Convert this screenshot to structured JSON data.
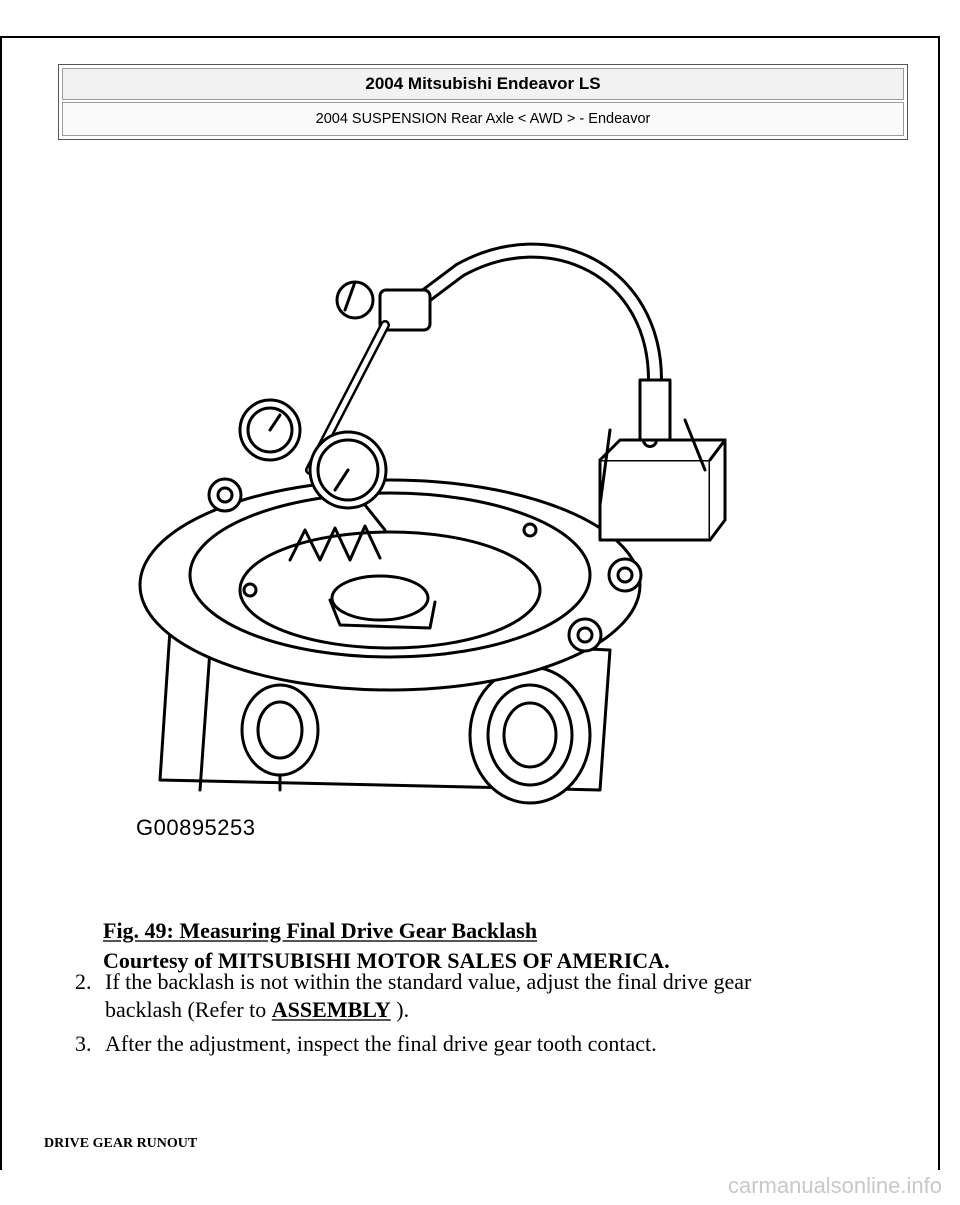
{
  "header": {
    "title": "2004 Mitsubishi Endeavor LS",
    "subtitle": "2004 SUSPENSION Rear Axle < AWD > - Endeavor"
  },
  "figure": {
    "image_id_label": "G00895253",
    "caption_title": "Fig. 49: Measuring Final Drive Gear Backlash",
    "caption_credit": "Courtesy of MITSUBISHI MOTOR SALES OF AMERICA."
  },
  "steps": [
    {
      "number": "2.",
      "line1": "If the backlash is not within the standard value, adjust the final drive gear",
      "line2_prefix": "backlash (Refer to ",
      "link": "ASSEMBLY",
      "line2_suffix": " )."
    },
    {
      "number": "3.",
      "line1": "After the adjustment, inspect the final drive gear tooth contact."
    }
  ],
  "section_heading": "DRIVE GEAR RUNOUT",
  "watermark": "carmanualsonline.info"
}
